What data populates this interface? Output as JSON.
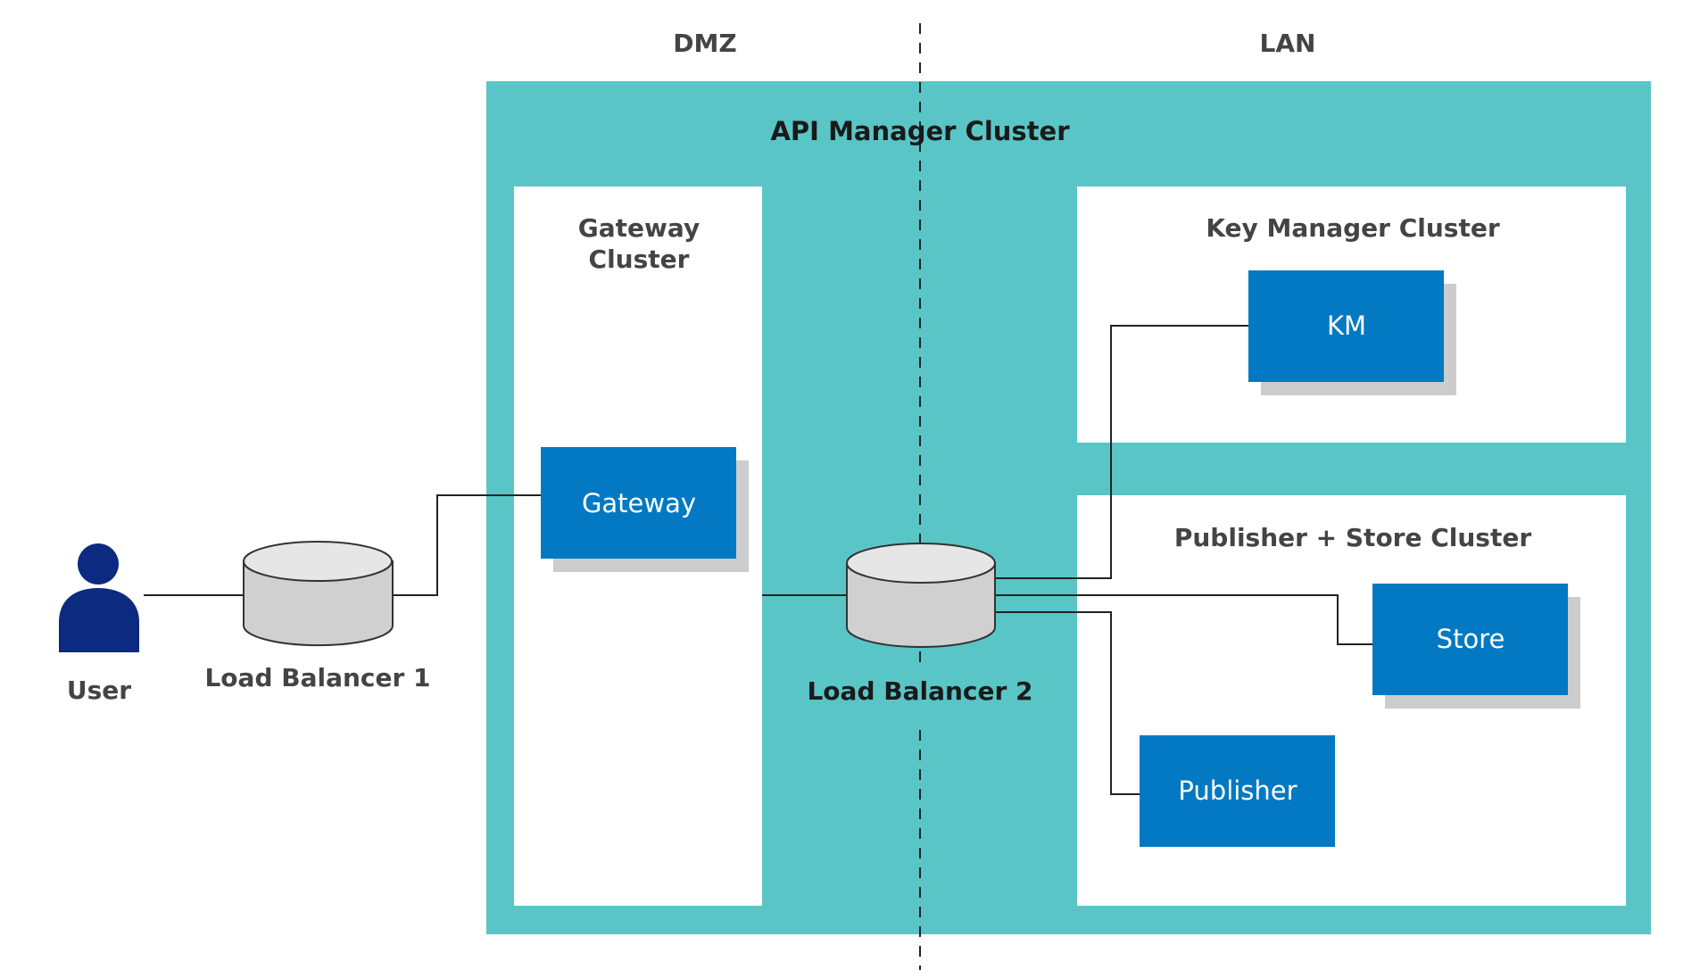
{
  "zones": {
    "dmz": "DMZ",
    "lan": "LAN"
  },
  "api_manager_cluster": {
    "title": "API Manager Cluster"
  },
  "gateway_cluster": {
    "title_line1": "Gateway",
    "title_line2": "Cluster",
    "node": "Gateway"
  },
  "key_manager_cluster": {
    "title": "Key Manager Cluster",
    "node": "KM"
  },
  "publisher_store_cluster": {
    "title": "Publisher + Store Cluster",
    "store_node": "Store",
    "publisher_node": "Publisher"
  },
  "user": {
    "label": "User"
  },
  "load_balancers": {
    "lb1": "Load Balancer 1",
    "lb2": "Load Balancer 2"
  },
  "colors": {
    "teal": "#5AC5C6",
    "node_blue": "#0279C2",
    "shadow_gray": "#CCCCCC",
    "user_navy": "#0B2A80",
    "cylinder_gray": "#D0D0D0",
    "cylinder_top": "#E6E6E6"
  }
}
